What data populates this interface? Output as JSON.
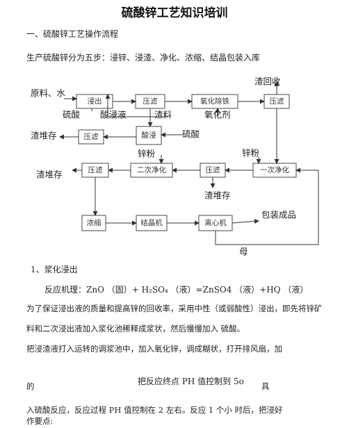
{
  "doc": {
    "title": "硫酸锌工艺知识培训",
    "section_heading": "一、硫酸锌工艺操作流程",
    "intro": "生产硫酸锌分为五步：浸锌、浸渣、净化、浓缩、结晶包装入库"
  },
  "flowchart": {
    "boxes": {
      "leach": "浸出",
      "press1": "压滤",
      "oxid": "氧化除铁",
      "press2": "压滤",
      "press3": "压滤",
      "acid_leach": "酸浸",
      "primary": "一次净化",
      "press4": "压滤",
      "secondary": "二次净化",
      "press5": "压滤",
      "concentrate": "浓缩",
      "crystallizer": "结晶机",
      "centrifuge": "离心机"
    },
    "labels": {
      "raw_water": "原料、水",
      "sulfuric1": "硫酸",
      "acid_leachate": "酸浸液",
      "residue": "渣料",
      "oxidant": "氧化剂",
      "slag_recovery": "渣回收",
      "slag_pile1": "渣堆存",
      "sulfuric2": "硫酸",
      "zinc_powder1": "锌粉",
      "zinc_powder2": "锌粉",
      "slag_pile2": "渣堆存",
      "slag_pile3": "渣堆存",
      "packaging": "包装成品",
      "mother": "母"
    }
  },
  "section1": {
    "heading": "1、浆化浸出",
    "reaction": "反应机理：ZnO （固）+ H₂SO₄ （液）=ZnSO4 （液）+HQ （液）",
    "para1_line1": "为了保证浸出液的质量和提高锌的回收率，采用中性（或弱酸性）浸出，即先将锌矿",
    "para1_line2": "料和二次浸出液加入浆化池稀释成浆状，然后慢慢加入 硫酸。",
    "para2": "把浸渣液打入运转的调浆池中，加入氧化锌，调成糊状，打开排风扇，加",
    "frag_de": "的",
    "frag_ph": "把反应终点 PH 值控制到 5o",
    "frag_ju": "具",
    "para3": "入硫酸反应，反应过程 PH 值控制在 2 左右。反应 1 个小 时后，把浸好",
    "para4": "作要点:"
  }
}
